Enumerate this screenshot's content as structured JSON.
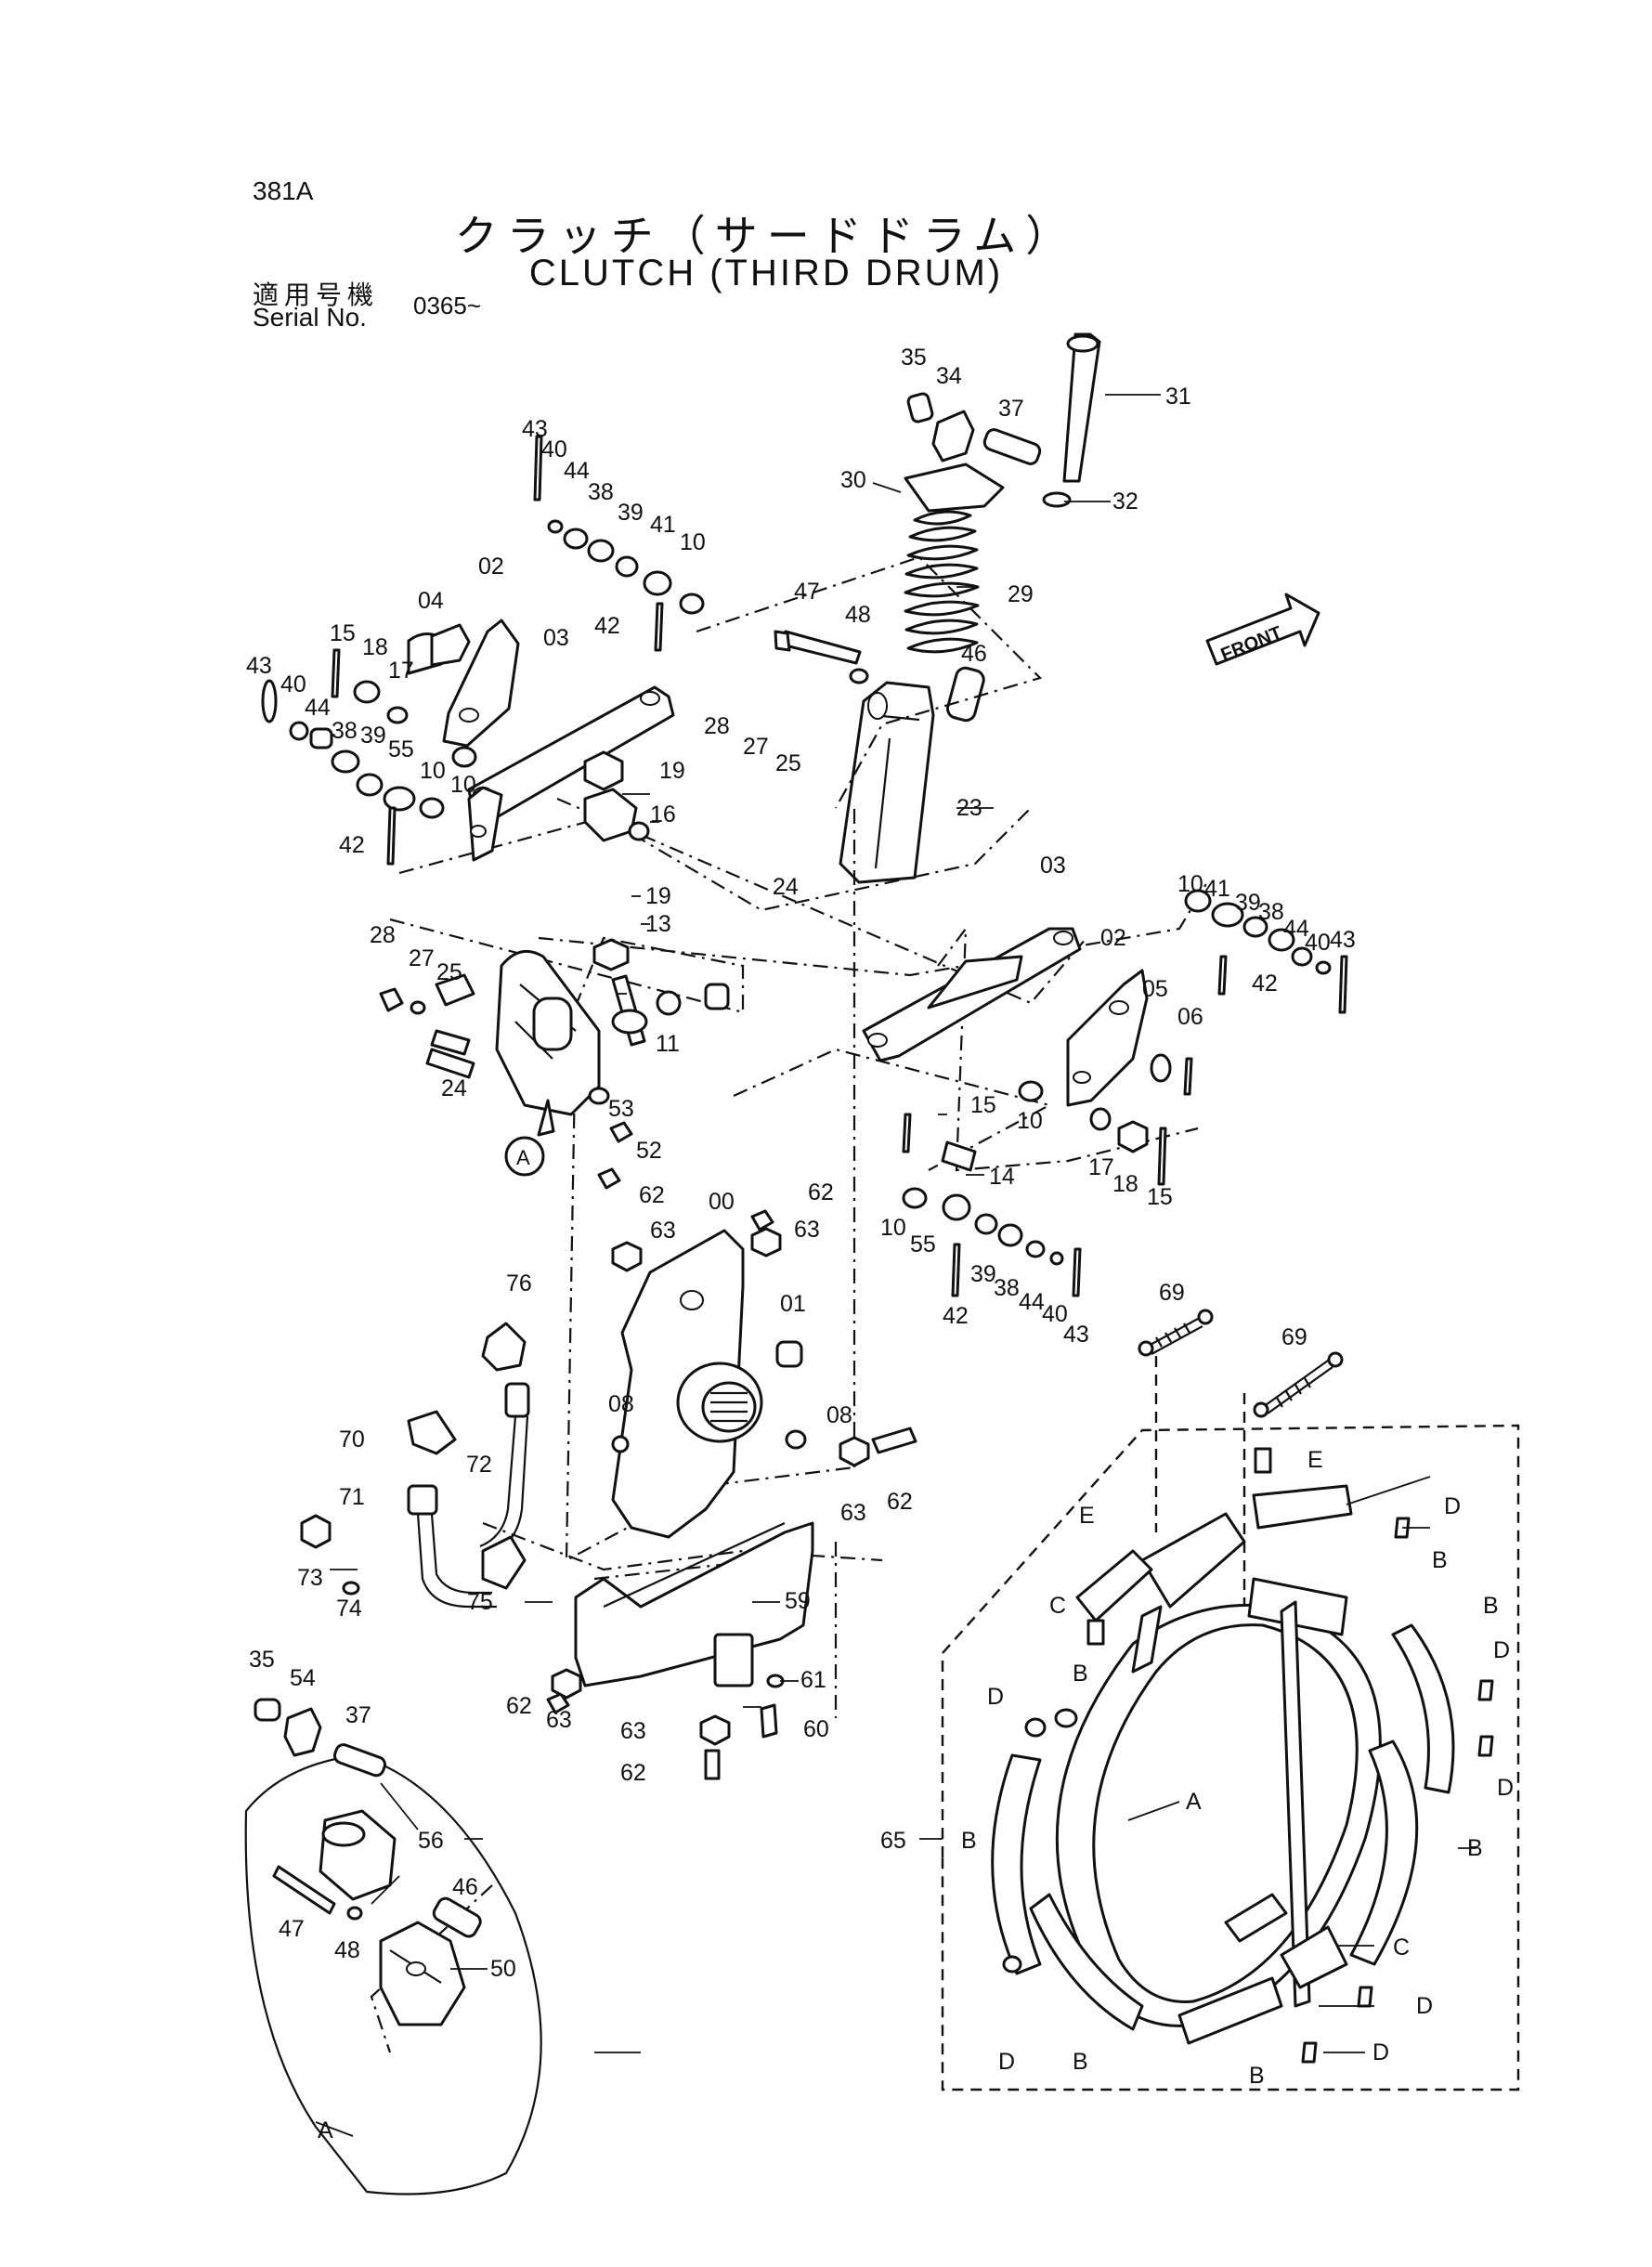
{
  "header": {
    "page_no": "381A",
    "title_jp": "クラッチ（サードドラム）",
    "title_en": "CLUTCH (THIRD DRUM)",
    "serial_label_jp": "適用号機",
    "serial_label_en": "Serial No.",
    "serial_value": "0365~"
  },
  "front_marker": "FRONT",
  "detail_view": {
    "callout": "A",
    "label": "A"
  },
  "callouts": [
    "35",
    "34",
    "37",
    "31",
    "30",
    "32",
    "29",
    "43",
    "40",
    "44",
    "38",
    "39",
    "41",
    "10",
    "42",
    "02",
    "04",
    "03",
    "15",
    "18",
    "17",
    "55",
    "19",
    "16",
    "13",
    "11",
    "47",
    "48",
    "46",
    "28",
    "27",
    "25",
    "24",
    "23",
    "05",
    "06",
    "14",
    "53",
    "52",
    "62",
    "63",
    "00",
    "01",
    "08",
    "76",
    "70",
    "71",
    "72",
    "73",
    "74",
    "75",
    "59",
    "61",
    "60",
    "69",
    "E",
    "D",
    "B",
    "C",
    "A",
    "65",
    "54",
    "56",
    "50"
  ]
}
